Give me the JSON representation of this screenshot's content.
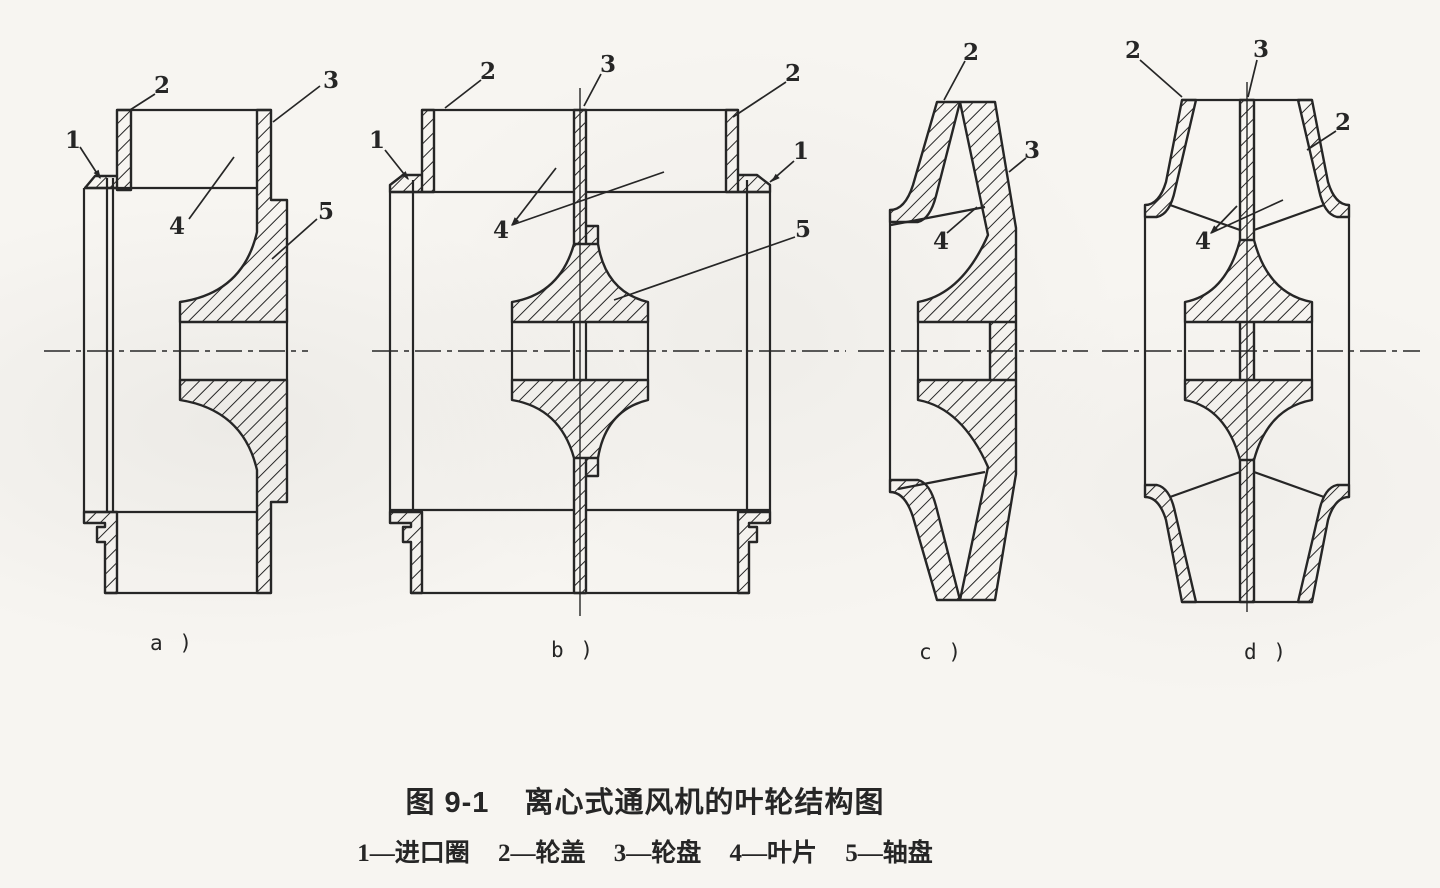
{
  "colors": {
    "paper": "#f7f5f1",
    "ink": "#262626"
  },
  "figure": {
    "caption": {
      "number": "图 9-1",
      "title": "离心式通风机的叶轮结构图"
    },
    "legend": {
      "separator": "—",
      "items": [
        {
          "num": "1",
          "term": "进口圈"
        },
        {
          "num": "2",
          "term": "轮盖"
        },
        {
          "num": "3",
          "term": "轮盘"
        },
        {
          "num": "4",
          "term": "叶片"
        },
        {
          "num": "5",
          "term": "轴盘"
        }
      ]
    },
    "diagrams": [
      {
        "label": "a )",
        "callouts": {
          "n1": "1",
          "n2": "2",
          "n3": "3",
          "n4": "4",
          "n5": "5"
        }
      },
      {
        "label": "b )",
        "callouts": {
          "n1l": "1",
          "n1r": "1",
          "n2l": "2",
          "n2r": "2",
          "n3": "3",
          "n4": "4",
          "n5": "5"
        }
      },
      {
        "label": "c )",
        "callouts": {
          "n2": "2",
          "n3": "3",
          "n4": "4"
        }
      },
      {
        "label": "d )",
        "callouts": {
          "n2l": "2",
          "n2r": "2",
          "n3": "3",
          "n4": "4"
        }
      }
    ]
  }
}
